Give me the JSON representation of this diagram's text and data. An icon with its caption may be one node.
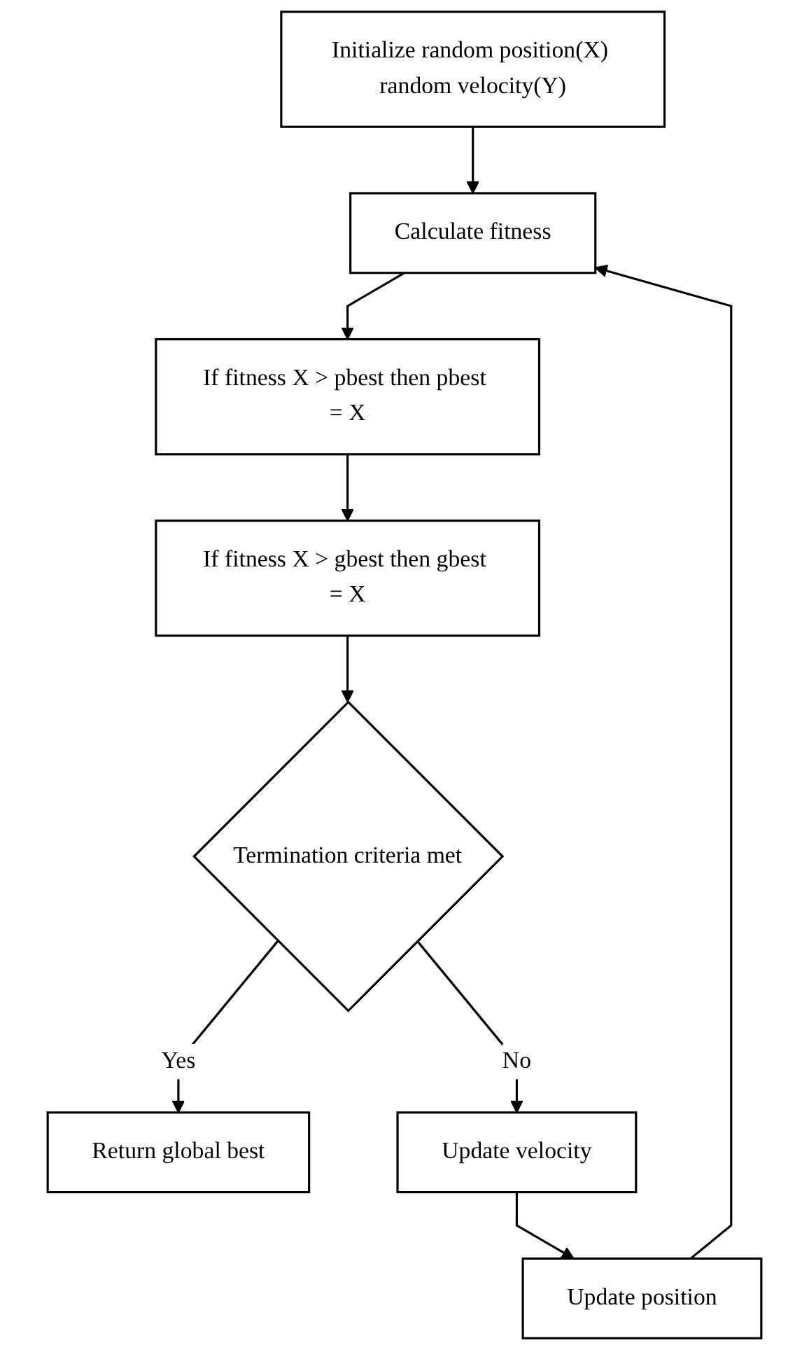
{
  "diagram": {
    "nodes": [
      {
        "text": [
          "Initialize random position(X) random velocity(Y)"
        ]
      },
      {
        "text": [
          "Calculate fitness"
        ]
      },
      {
        "text": [
          "If fitness X > pbest then pbest = X"
        ]
      },
      {
        "text": [
          "If fitness X > gbest then gbest = X"
        ]
      },
      {
        "text": [
          "Termination criteria met"
        ]
      },
      {
        "text": [
          "Return global best"
        ]
      },
      {
        "text": [
          "Update velocity"
        ]
      },
      {
        "text": [
          "Update position"
        ]
      }
    ],
    "edges": [
      {
        "from": 0,
        "to": 1,
        "arrow": "to"
      },
      {
        "from": 1,
        "to": 2,
        "arrow": "to"
      },
      {
        "from": 2,
        "to": 3,
        "arrow": "to"
      },
      {
        "from": 3,
        "to": 4,
        "arrow": "to"
      },
      {
        "from": 4,
        "to": 6,
        "arrow": "to",
        "label": "No"
      },
      {
        "from": 6,
        "to": 7,
        "arrow": "to"
      },
      {
        "from": 7,
        "to": 1,
        "arrow": "to"
      },
      {
        "from": 4,
        "to": 5,
        "arrow": "to",
        "label": "Yes"
      }
    ]
  }
}
